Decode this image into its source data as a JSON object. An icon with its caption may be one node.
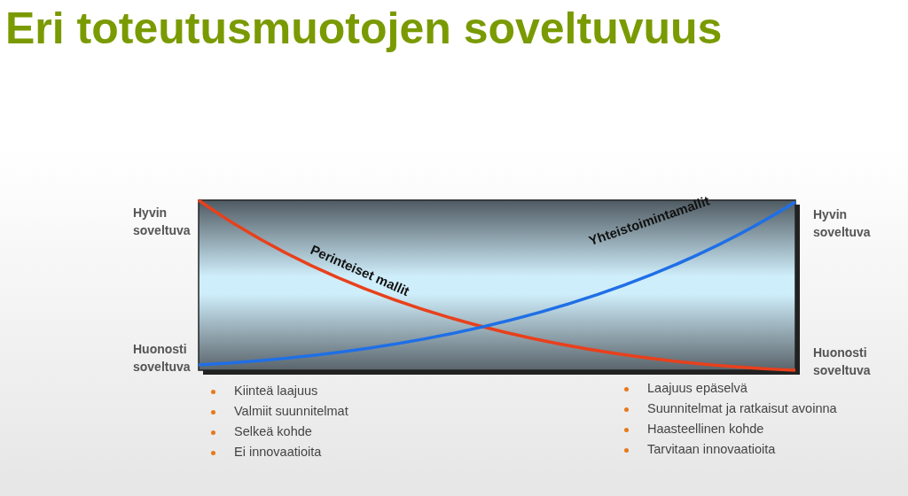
{
  "diagram": {
    "title": "Eri toteutusmuotojen soveltuvuus",
    "labels": [
      "Hyvin soveltuva",
      "Perinteiset mallit",
      "Yhteistoimintamallit",
      "Hyvin soveltuva",
      "Huonosti soveltuva",
      "Huonosti soveltuva",
      "Kiinteä laajuus",
      "Valmiit suunnitelmat",
      "Selkeä kohde",
      "Ei innovaatioita",
      "Laajuus epäselvä",
      "Suunnitelmat ja ratkaisut avoinna",
      "Haasteellinen kohde",
      "Tarvitaan innovaatioita"
    ]
  }
}
